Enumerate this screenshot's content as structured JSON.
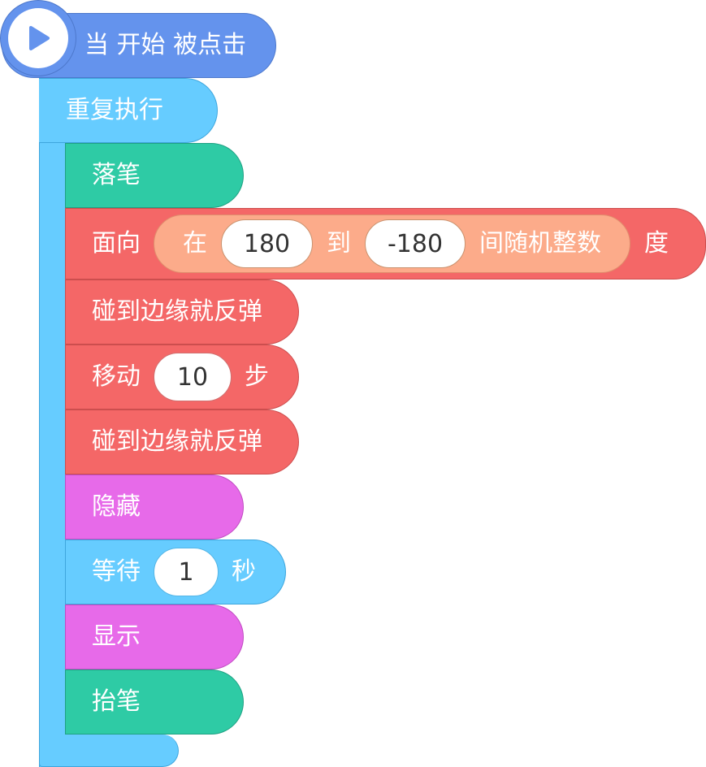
{
  "hat": {
    "label": "当 开始 被点击",
    "icon": "play-icon"
  },
  "loop": {
    "label": "重复执行"
  },
  "blocks": {
    "pen_down": "落笔",
    "point_dir": {
      "prefix": "面向",
      "rand_from_label": "在",
      "rand_from_value": "180",
      "rand_to_label": "到",
      "rand_to_value": "-180",
      "rand_suffix": "间随机整数",
      "suffix": "度"
    },
    "bounce_1": "碰到边缘就反弹",
    "move": {
      "prefix": "移动",
      "value": "10",
      "suffix": "步"
    },
    "bounce_2": "碰到边缘就反弹",
    "hide": "隐藏",
    "wait": {
      "prefix": "等待",
      "value": "1",
      "suffix": "秒"
    },
    "show": "显示",
    "pen_up": "抬笔"
  },
  "colors": {
    "event": "#6493ed",
    "control": "#66ccff",
    "pen": "#2ecba5",
    "motion": "#f46767",
    "looks": "#e76ae9",
    "operator": "#fcab8a"
  }
}
